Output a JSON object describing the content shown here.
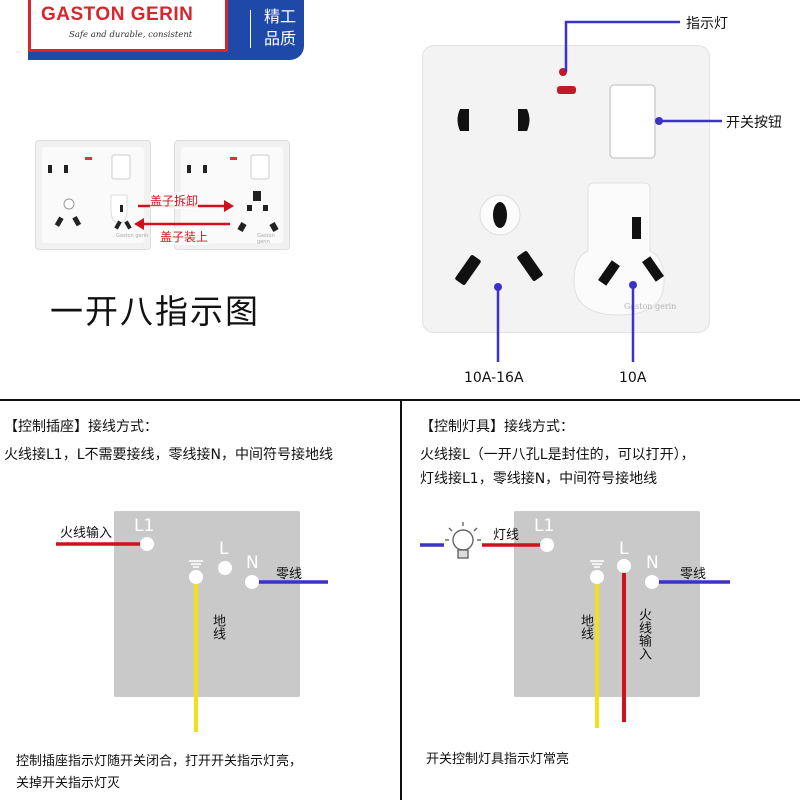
{
  "brand": {
    "name": "GASTON GERIN",
    "tagline": "Safe and durable, consistent",
    "quality_line1": "精工",
    "quality_line2": "品质",
    "red": "#d8262c",
    "blue": "#1f49a8"
  },
  "thumbnails": {
    "arrow_right_label": "盖子拆卸",
    "arrow_left_label": "盖子装上",
    "brand_mark": "Gaston gerin"
  },
  "main_title": "一开八指示图",
  "socket_callouts": {
    "indicator": "指示灯",
    "switch": "开关按钮",
    "left_rating": "10A-16A",
    "right_rating": "10A",
    "plate_mark": "Gaston gerin"
  },
  "left_panel": {
    "heading": "【控制插座】接线方式：",
    "line1": "火线接L1，L不需要接线，零线接N，中间符号接地线",
    "terminal_l1": "L1",
    "terminal_l": "L",
    "terminal_n": "N",
    "live_in": "火线输入",
    "neutral": "零线",
    "ground": "地线",
    "footer1": "控制插座指示灯随开关闭合，打开开关指示灯亮，",
    "footer2": "关掉开关指示灯灭"
  },
  "right_panel": {
    "heading": "【控制灯具】接线方式：",
    "line1": "火线接L（一开八孔L是封住的，可以打开），",
    "line2": "灯线接L1，零线接N，中间符号接地线",
    "terminal_l1": "L1",
    "terminal_l": "L",
    "terminal_n": "N",
    "lamp_wire": "灯线",
    "neutral": "零线",
    "ground": "地线",
    "live_in": "火线输入",
    "footer": "开关控制灯具指示灯常亮"
  },
  "colors": {
    "live": "#d0101c",
    "neutral": "#3b33c8",
    "ground": "#f2e01a",
    "callout_line": "#3b33c8"
  }
}
